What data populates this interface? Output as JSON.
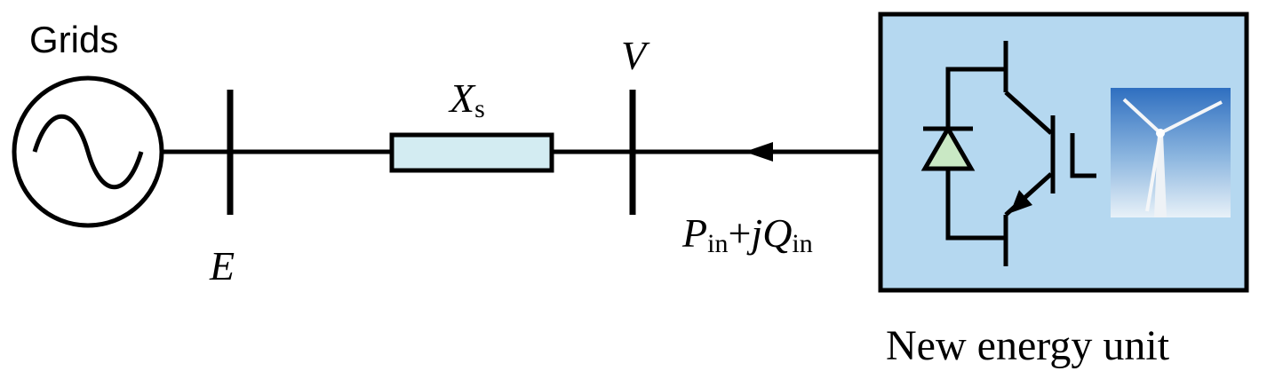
{
  "diagram": {
    "grid_label": "Grids",
    "bus_e_label": "E",
    "reactance": {
      "symbol": "X",
      "subscript": "s"
    },
    "bus_v_label": "V",
    "power": {
      "p_symbol": "P",
      "p_sub": "in",
      "operator": "+",
      "j": "j",
      "q_symbol": "Q",
      "q_sub": "in"
    },
    "unit_label": "New energy unit"
  },
  "colors": {
    "line": "#000000",
    "unit_box_fill": "#b5d8f0",
    "reactor_fill": "#d3ecf2",
    "diode_fill": "#c9e8c4",
    "sky_top": "#2f6fc0",
    "sky_bottom": "#e8f1f8",
    "turbine": "#f4f6f8"
  },
  "icons": {
    "source": "ac-source-icon",
    "diode": "diode-icon",
    "igbt": "igbt-icon",
    "turbine": "wind-turbine-icon"
  }
}
